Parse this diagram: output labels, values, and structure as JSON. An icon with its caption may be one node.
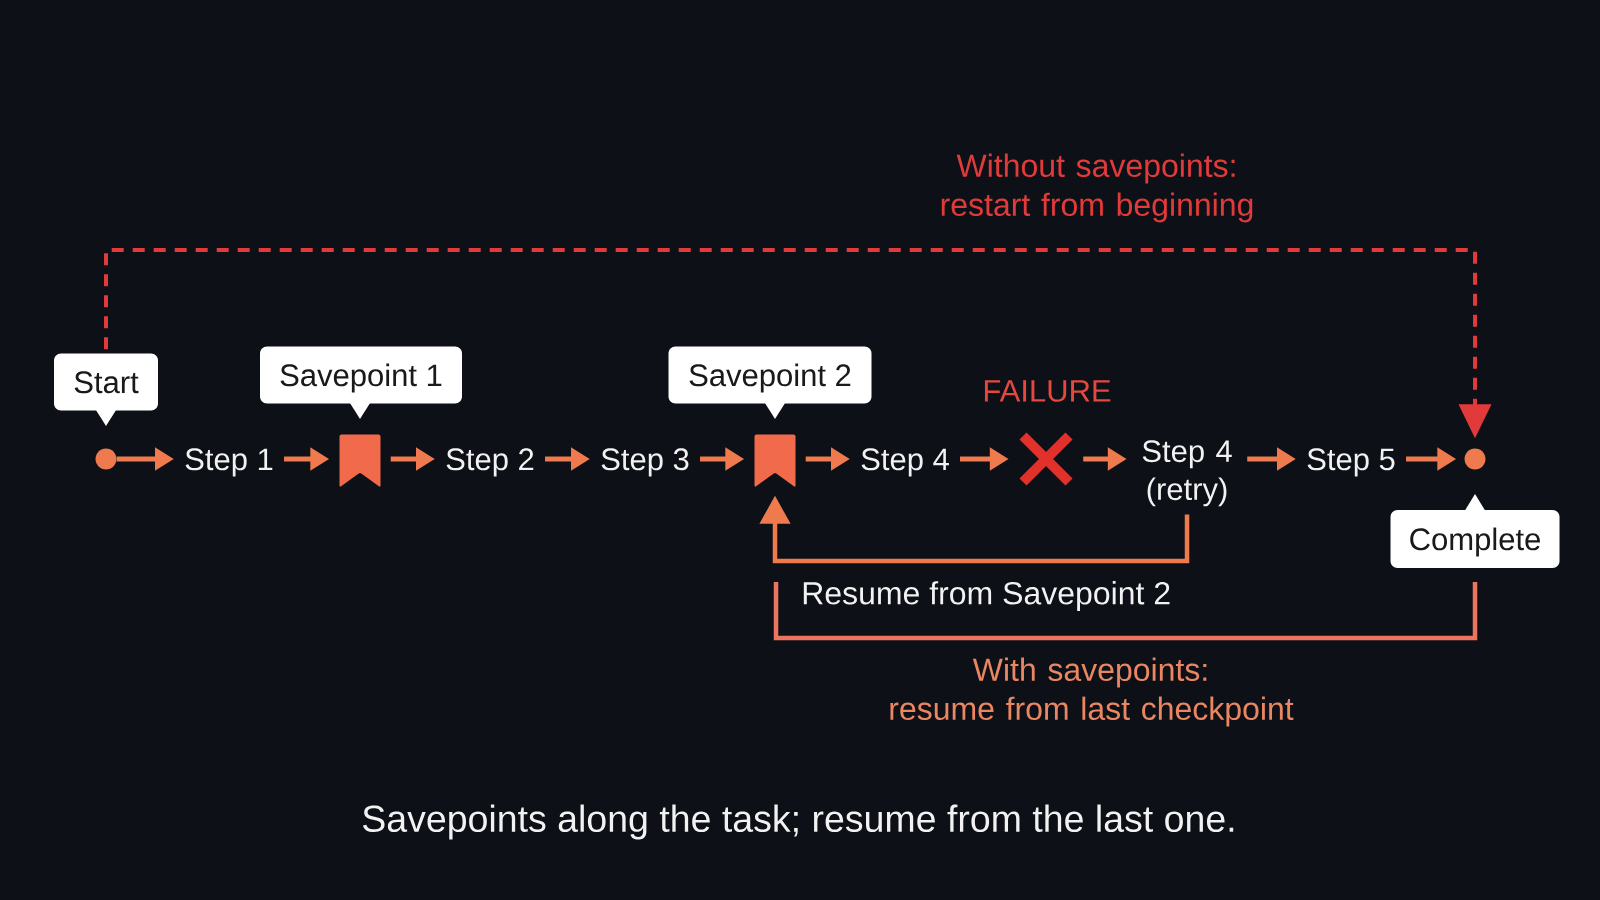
{
  "diagram": {
    "caption": "Savepoints along the task; resume from the last one.",
    "nodes": [
      {
        "text": [
          "Start"
        ]
      },
      {
        "text": [],
        "shape": "circle"
      },
      {
        "text": [
          "Step 1"
        ]
      },
      {
        "text": [
          "Savepoint 1"
        ]
      },
      {
        "text": [],
        "shape": "bookmark"
      },
      {
        "text": [
          "Step 2"
        ]
      },
      {
        "text": [
          "Step 3"
        ]
      },
      {
        "text": [
          "Savepoint 2"
        ]
      },
      {
        "text": [],
        "shape": "bookmark"
      },
      {
        "text": [
          "Step 4"
        ]
      },
      {
        "text": [],
        "shape": "cross",
        "beside": [
          "FAILURE"
        ]
      },
      {
        "text": [
          "Step 4 (retry)"
        ]
      },
      {
        "text": [
          "Step 5"
        ]
      },
      {
        "text": [],
        "shape": "circle"
      },
      {
        "text": [
          "Complete"
        ]
      }
    ],
    "edges": [
      {
        "from": 1,
        "to": 2,
        "arrow": "to"
      },
      {
        "from": 2,
        "to": 4,
        "arrow": "to"
      },
      {
        "from": 4,
        "to": 5,
        "arrow": "to"
      },
      {
        "from": 5,
        "to": 6,
        "arrow": "to"
      },
      {
        "from": 6,
        "to": 8,
        "arrow": "to"
      },
      {
        "from": 8,
        "to": 9,
        "arrow": "to"
      },
      {
        "from": 9,
        "to": 10,
        "arrow": "to"
      },
      {
        "from": 10,
        "to": 11,
        "arrow": "to"
      },
      {
        "from": 11,
        "to": 12,
        "arrow": "to"
      },
      {
        "from": 12,
        "to": 13,
        "arrow": "to"
      },
      {
        "from": 11,
        "to": 8,
        "arrow": "to",
        "label": "Resume from Savepoint 2"
      },
      {
        "from": 0,
        "to": 13,
        "arrow": "to",
        "style": "dashed",
        "color": "#e03a3a",
        "label": "Without savepoints: restart from beginning"
      }
    ],
    "labels": [
      "With savepoints: resume from last checkpoint"
    ]
  }
}
